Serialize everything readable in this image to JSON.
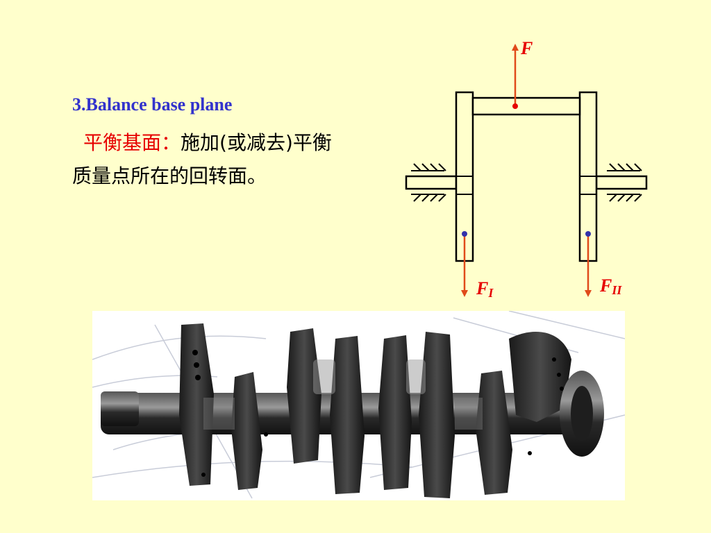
{
  "slide": {
    "heading": "3.Balance base plane",
    "term": "平衡基面：",
    "definition_line1": "施加(或减去)平衡",
    "definition_line2": "质量点所在的回转面。"
  },
  "diagram": {
    "force_top": "F",
    "force_left_main": "F",
    "force_left_sub": "I",
    "force_right_main": "F",
    "force_right_sub": "II",
    "colors": {
      "force_arrow": "#e04a1a",
      "force_label": "#e60000",
      "mass_point": "#3333aa",
      "outline": "#000000",
      "fill": "#ffffcc"
    }
  },
  "photo": {
    "subject": "crankshaft-photo"
  }
}
